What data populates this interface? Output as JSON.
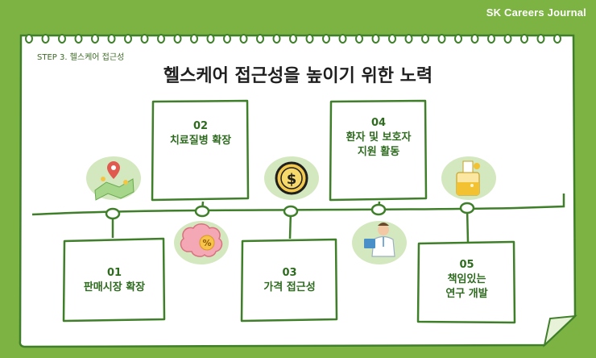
{
  "brand": "SK Careers Journal",
  "step_label": "STEP 3.  헬스케어 접근성",
  "title": "헬스케어 접근성을 높이기 위한 노력",
  "items": [
    {
      "num": "01",
      "text": "판매시장 확장",
      "icon": "map-pin-icon"
    },
    {
      "num": "02",
      "text": "치료질병 확장",
      "icon": "brain-percent-icon"
    },
    {
      "num": "03",
      "text": "가격 접근성",
      "icon": "dollar-coin-icon"
    },
    {
      "num": "04",
      "text": "환자 및 보호자\n지원 활동",
      "icon": "doctor-icon"
    },
    {
      "num": "05",
      "text": "책임있는\n연구 개발",
      "icon": "lab-beaker-icon"
    }
  ],
  "colors": {
    "background": "#7cb342",
    "paper": "#ffffff",
    "line": "#3f7f2a",
    "text": "#2e6b1f",
    "icon_bg": "#d4e8bf"
  }
}
